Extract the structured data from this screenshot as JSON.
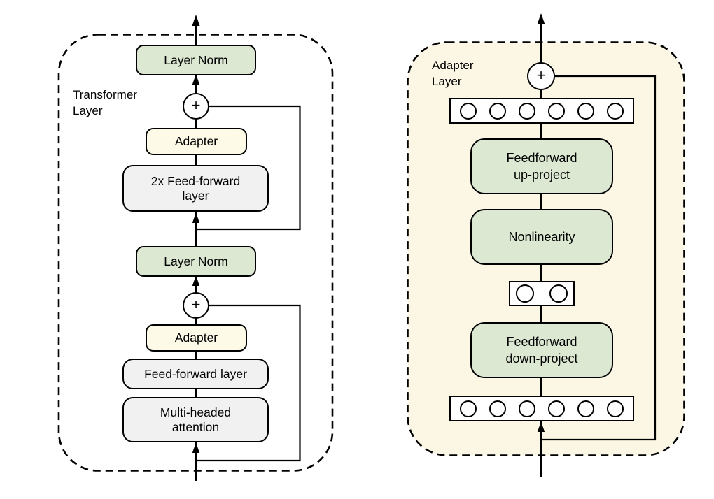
{
  "figure": {
    "left_panel": {
      "label": {
        "line1": "Transformer",
        "line2": "Layer"
      },
      "plus_top": "+",
      "plus_bottom": "+",
      "layer_norm_top": "Layer Norm",
      "adapter_top": "Adapter",
      "feedforward_2x": {
        "line1": "2x Feed-forward",
        "line2": "layer"
      },
      "layer_norm_bottom": "Layer Norm",
      "adapter_bottom": "Adapter",
      "feedforward": "Feed-forward layer",
      "attention": {
        "line1": "Multi-headed",
        "line2": "attention"
      }
    },
    "right_panel": {
      "label": {
        "line1": "Adapter",
        "line2": "Layer"
      },
      "plus": "+",
      "up_project": {
        "line1": "Feedforward",
        "line2": "up-project"
      },
      "nonlinearity": "Nonlinearity",
      "down_project": {
        "line1": "Feedforward",
        "line2": "down-project"
      },
      "unit_rows": {
        "top_count": 6,
        "bottleneck_count": 2,
        "bottom_count": 6
      }
    },
    "colors": {
      "green_box": "#dce8d2",
      "cream_box": "#fdfbe7",
      "gray_box": "#f1f1f2",
      "panel_bg": "#fbf7e4",
      "line": "#000000"
    }
  }
}
